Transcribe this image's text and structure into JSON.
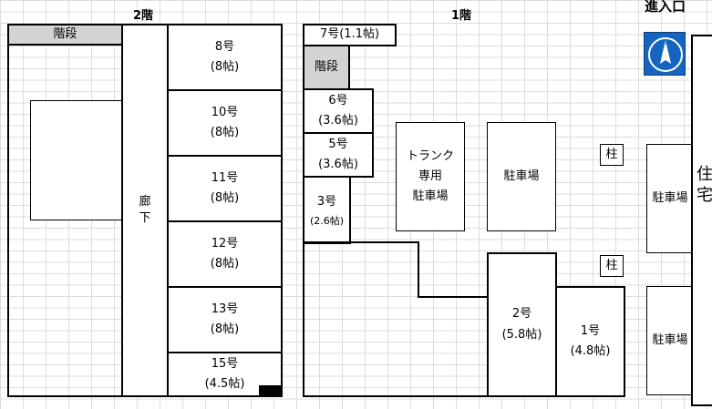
{
  "floors": {
    "second": "2階",
    "first": "1階"
  },
  "corner_label": "進入口",
  "compass": {
    "letter": "N",
    "icon": "north-arrow-icon"
  },
  "second_floor": {
    "stairs": "階段",
    "corridor": "廊\n下",
    "rooms": [
      {
        "name": "8号",
        "size": "(8帖)"
      },
      {
        "name": "10号",
        "size": "(8帖)"
      },
      {
        "name": "11号",
        "size": "(8帖)"
      },
      {
        "name": "12号",
        "size": "(8帖)"
      },
      {
        "name": "13号",
        "size": "(8帖)"
      },
      {
        "name": "15号",
        "size": "(4.5帖)"
      }
    ]
  },
  "first_floor": {
    "room7": "7号(1.1帖)",
    "stairs": "階段",
    "rooms": {
      "r6": {
        "name": "6号",
        "size": "(3.6帖)"
      },
      "r5": {
        "name": "5号",
        "size": "(3.6帖)"
      },
      "r3": {
        "name": "3号",
        "size": "(2.6帖)"
      },
      "r2": {
        "name": "2号",
        "size": "(5.8帖)"
      },
      "r1": {
        "name": "1号",
        "size": "(4.8帖)"
      }
    },
    "trunk_parking": "トランク\n専用\n駐車場",
    "parking": "駐車場",
    "pillar_top": "柱",
    "pillar_bottom": "柱"
  },
  "right_side": {
    "parking_top": "駐車場",
    "parking_bottom": "駐車場",
    "residence": "住\n宅"
  }
}
